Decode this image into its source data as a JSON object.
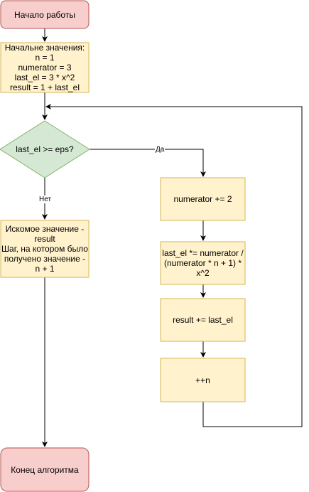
{
  "flowchart": {
    "colors": {
      "terminal_fill": "#f8cecc",
      "terminal_stroke": "#b85450",
      "process_fill": "#fff2cc",
      "process_stroke": "#d6b656",
      "decision_fill": "#d5e8d4",
      "decision_stroke": "#82b366",
      "edge": "#000000"
    },
    "nodes": {
      "start": {
        "text": "Начало работы"
      },
      "init": {
        "text": "Начальне значения:\nn = 1\nnumerator = 3\nlast_el =   3 * x^2\nresult = 1 + last_el"
      },
      "condition": {
        "text": "last_el >= eps?"
      },
      "result_output": {
        "text": "Искомое значение -\nresult\nШаг, на котором было\nполучено значение -\nn + 1"
      },
      "step_numerator": {
        "text": "numerator += 2"
      },
      "step_last_el": {
        "text": "last_el *= numerator /\n(numerator * n + 1) *\nx^2"
      },
      "step_result": {
        "text": "result += last_el"
      },
      "step_increment": {
        "text": "++n"
      },
      "end": {
        "text": "Конец алгоритма"
      }
    },
    "edge_labels": {
      "yes": "Да",
      "no": "Нет"
    }
  }
}
